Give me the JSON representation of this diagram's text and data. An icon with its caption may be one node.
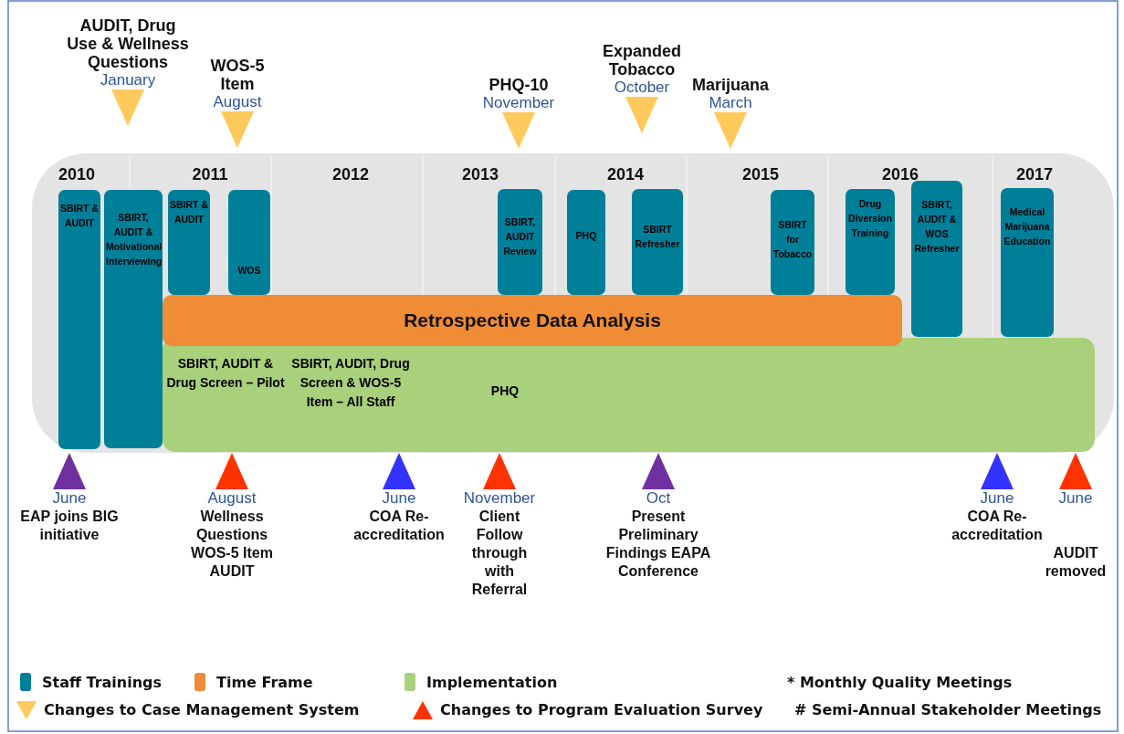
{
  "diagram": {
    "nodes": [
      {
        "text": [
          "SBIRT & AUDIT"
        ]
      },
      {
        "text": [
          "SBIRT, AUDIT & Motivational Interviewing"
        ]
      },
      {
        "text": [
          "SBIRT & AUDIT"
        ]
      },
      {
        "text": [
          "WOS"
        ]
      },
      {
        "text": [
          "SBIRT, AUDIT Review"
        ]
      },
      {
        "text": [
          "PHQ"
        ]
      },
      {
        "text": [
          "SBIRT Refresher"
        ]
      },
      {
        "text": [
          "SBIRT for Tobacco"
        ]
      },
      {
        "text": [
          "Drug Diversion Training"
        ]
      },
      {
        "text": [
          "SBIRT, AUDIT & WOS Refresher"
        ]
      },
      {
        "text": [
          "Medical Marijuana Education"
        ]
      },
      {
        "text": [
          "Retrospective Data Analysis"
        ]
      },
      {
        "text": [
          "SBIRT, AUDIT & Drug Screen – Pilot",
          "SBIRT, AUDIT, Drug Screen & WOS-5 Item – All Staff",
          "PHQ"
        ]
      },
      {
        "text": [
          "AUDIT, Drug Use & Wellness Questions",
          "January"
        ]
      },
      {
        "text": [
          "WOS-5 Item",
          "August"
        ]
      },
      {
        "text": [
          "PHQ-10",
          "November"
        ]
      },
      {
        "text": [
          "Expanded Tobacco",
          "October"
        ]
      },
      {
        "text": [
          "Marijuana",
          "March"
        ]
      },
      {
        "text": [
          "June",
          "EAP joins BIG initiative"
        ]
      },
      {
        "text": [
          "August",
          "Wellness Questions WOS-5 Item AUDIT"
        ]
      },
      {
        "text": [
          "June",
          "COA Re-accreditation"
        ]
      },
      {
        "text": [
          "November",
          "Client Follow through with Referral"
        ]
      },
      {
        "text": [
          "Oct",
          "Present Preliminary Findings EAPA Conference"
        ]
      },
      {
        "text": [
          "June",
          "COA Re-accreditation"
        ]
      },
      {
        "text": [
          "June",
          "AUDIT removed"
        ]
      }
    ],
    "labels": [
      "2010",
      "2011",
      "2012",
      "2013",
      "2014",
      "2015",
      "2016",
      "2017"
    ],
    "legend": [
      {
        "text": "Staff Trainings",
        "color": "#007f99"
      },
      {
        "text": "Time Frame",
        "color": "#f08c36"
      },
      {
        "text": "Implementation",
        "color": "#a9d07a"
      },
      {
        "text": "* Monthly Quality Meetings"
      },
      {
        "text": "Changes to Case Management System",
        "color": "#ffc95c"
      },
      {
        "text": "Changes to Program Evaluation Survey",
        "color": "#ff3300"
      },
      {
        "text": "# Semi-Annual Stakeholder Meetings"
      }
    ]
  }
}
